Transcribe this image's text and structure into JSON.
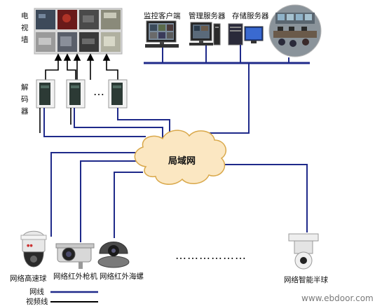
{
  "video_wall": {
    "label": "电视墙",
    "colors": {
      "panel_dark": "#3a3a3a",
      "panel_light": "#9a9a9a",
      "wall_bg": "#d9d9d9"
    }
  },
  "decoders": {
    "label": "解码器",
    "ellipsis": "…",
    "icon": "decoder-box-icon"
  },
  "servers": {
    "monitor_client": "监控客户端",
    "management_server": "管理服务器",
    "storage_server": "存储服务器"
  },
  "network": {
    "lan_label": "局域网",
    "colors": {
      "network_line": "#1f2a8a",
      "video_line": "#000000",
      "cloud": "#fbe7c2",
      "cloud_edge": "#d9a84a"
    }
  },
  "cameras": {
    "speed_dome": "网络高速球",
    "ir_bullet": "网络红外枪机",
    "ir_dome": "网络红外海螺",
    "ellipsis": "………………",
    "smart_ptz": "网络智能半球"
  },
  "legend": {
    "network_line": "网线",
    "video_line": "视频线"
  },
  "watermark": "www.ebdoor.com"
}
